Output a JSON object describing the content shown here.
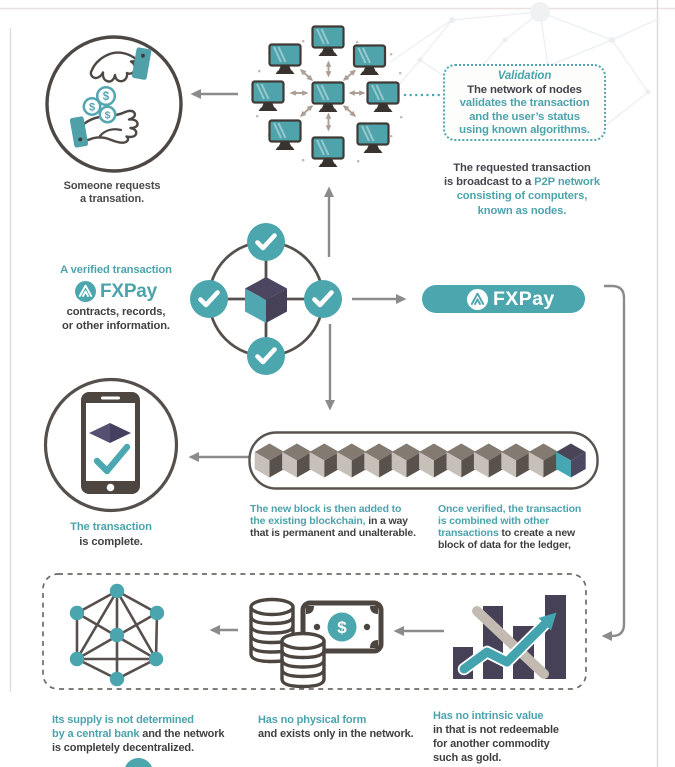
{
  "colors": {
    "teal": "#4BA6AE",
    "teal_text": "#4BA3AC",
    "navy": "#474157",
    "dark_text": "#3F3E3E",
    "outline_gray": "#56504C",
    "arrow_gray": "#8B8B8B",
    "tan_arrow": "#AC9E94",
    "cube_light": "#C7C0B8",
    "cube_top": "#837A71",
    "cube_dark": "#59514B"
  },
  "request": {
    "line1": "Someone requests",
    "line2": "a transation."
  },
  "validation": {
    "title": "Validation",
    "line1": "The network of nodes",
    "line2": "validates the transaction",
    "line3": "and the user’s status",
    "line4": "using known algorithms."
  },
  "broadcast": {
    "line1": "The requested transaction",
    "line2a": "is broadcast to a ",
    "line2b": "P2P network",
    "line3": "consisting of computers,",
    "line4": "known as nodes."
  },
  "verified": {
    "line1": "A verified transaction",
    "brand": "FXPay",
    "line2": "contracts, records,",
    "line3": "or other information."
  },
  "pill": {
    "label": "FXPay"
  },
  "complete": {
    "line1": "The transaction",
    "line2": "is complete."
  },
  "block_added": {
    "line1": "The new block is then added to",
    "line2a": "the existing blockchain,",
    "line2b": " in a way",
    "line3": "that is permanent and unalterable."
  },
  "combined": {
    "line1": "Once verified, the transaction",
    "line2": "is combined with other",
    "line3a": "transactions",
    "line3b": " to create a new",
    "line4": "block of data for the ledger,"
  },
  "supply": {
    "line1": "Its supply is not determined",
    "line2a": "by a central bank",
    "line2b": " and the network",
    "line3": "is completely decentralized."
  },
  "physical": {
    "line1": "Has no physical form",
    "line2": "and exists only in the network."
  },
  "intrinsic": {
    "line1": "Has no intrinsic value",
    "line2": "in that is not redeemable",
    "line3": "for another commodity",
    "line4": "such as gold."
  }
}
